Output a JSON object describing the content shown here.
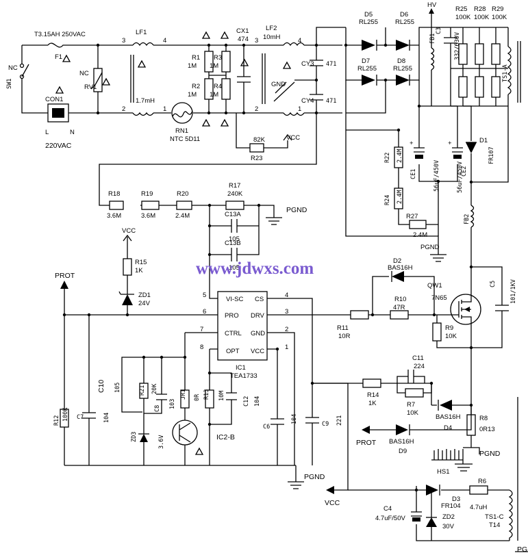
{
  "input": {
    "fuse_rating": "T3.15AH 250VAC",
    "fuse": "F1",
    "switch": "SW1",
    "switch_nc": "NC",
    "connector": "CON1",
    "l": "L",
    "n": "N",
    "mains": "220VAC",
    "rv_nc": "NC",
    "rv": "RV1"
  },
  "filter": {
    "lf1": "LF1",
    "lf1_val": "1.7mH",
    "lf1_p3": "3",
    "lf1_p4": "4",
    "lf1_p2": "2",
    "lf1_p1": "1",
    "rn1": "RN1",
    "rn1_val": "NTC 5D11",
    "r1": "R1",
    "r1_val": "1M",
    "r2": "R2",
    "r2_val": "1M",
    "r3": "R3",
    "r3_val": "1M",
    "r4": "R4",
    "r4_val": "1M",
    "cx1": "CX1",
    "cx1_val": "474",
    "lf2": "LF2",
    "lf2_val": "10mH",
    "lf2_p3": "3",
    "lf2_p4": "4",
    "lf2_p2": "2",
    "lf2_p1": "1",
    "gnd": "GND",
    "cy3": "CY3",
    "cy3_val": "471",
    "cy4": "CY4",
    "cy4_val": "471",
    "r23": "R23",
    "r23_val": "82K",
    "vcc": "VCC"
  },
  "rectifier": {
    "d5": "D5",
    "d5_val": "RL255",
    "d6": "D6",
    "d6_val": "RL255",
    "d7": "D7",
    "d7_val": "RL255",
    "d8": "D8",
    "d8_val": "RL255",
    "fb1": "FB1",
    "hv": "HV",
    "c3": "C3",
    "c3_val": "332/630V",
    "r25": "R25",
    "r25_val": "100K",
    "r28": "R28",
    "r28_val": "100K",
    "r29": "R29",
    "r29_val": "100K",
    "ts1a": "TS1-A",
    "r22": "R22",
    "r22_val": "2.4M",
    "r24": "R24",
    "r24_val": "2.4M",
    "ce1": "CE1",
    "ce1_val": "56uF/450V",
    "ce2": "CE2",
    "ce2_val": "56uF/450V",
    "d1": "D1",
    "d1_val": "FR107",
    "r27": "R27",
    "r27_val": "2.4M",
    "fb2": "FB2",
    "pgnd": "PGND"
  },
  "divider": {
    "r18": "R18",
    "r18_val": "3.6M",
    "r19": "R19",
    "r19_val": "3.6M",
    "r20": "R20",
    "r20_val": "2.4M",
    "r17": "R17",
    "r17_val": "240K",
    "c13a": "C13A",
    "c13a_val": "105",
    "c13b": "C13B",
    "c13b_val": "105",
    "pgnd": "PGND"
  },
  "watermark": "www.jdwxs.com",
  "control": {
    "vcc_top": "VCC",
    "r15": "R15",
    "r15_val": "1K",
    "zd1": "ZD1",
    "zd1_val": "24V",
    "prot_top": "PROT",
    "ic": "IC1",
    "ic_part": "TEA1733",
    "pins": {
      "p5": "5",
      "p6": "6",
      "p7": "7",
      "p8": "8",
      "p4": "4",
      "p3": "3",
      "p2": "2",
      "p1": "1"
    },
    "pin_names": {
      "visc": "VI-SC",
      "pro": "PRO",
      "ctrl": "CTRL",
      "opt": "OPT",
      "cs": "CS",
      "drv": "DRV",
      "gnd": "GND",
      "vcc": "VCC"
    },
    "c10": "C10",
    "c10_val": "105",
    "c7": "C7",
    "c7_val": "104",
    "r12": "R12",
    "r12_val": "100K",
    "r21": "R21",
    "r21_val": "20K",
    "c8": "C8",
    "c8_val": "103",
    "jr1": "JR1",
    "jr1_val": "0R",
    "r13": "R13",
    "r13_val": "10M",
    "c12": "C12",
    "c12_val": "104",
    "zd3": "ZD3",
    "zd3_val": "3.6V",
    "ic2": "IC2-B",
    "c6": "C6",
    "c6_val": "104",
    "c9": "C9",
    "c9_val": "221",
    "pgnd": "PGND",
    "vcc_bottom": "VCC"
  },
  "power": {
    "d2": "D2",
    "d2_val": "BAS16H",
    "r10": "R10",
    "r10_val": "47R",
    "qw1": "QW1",
    "qw1_val": "7N65",
    "c5": "C5",
    "c5_val": "101/1KV",
    "r11": "R11",
    "r11_val": "10R",
    "r9": "R9",
    "r9_val": "10K",
    "c11": "C11",
    "c11_val": "224",
    "r14": "R14",
    "r14_val": "1K",
    "r7": "R7",
    "r7_val": "10K",
    "d4": "D4",
    "d4_val": "BAS16H",
    "r8": "R8",
    "r8_val": "0R13",
    "prot": "PROT",
    "d9": "D9",
    "d9_val": "BAS16H",
    "hs1": "HS1",
    "pgnd": "PGND"
  },
  "aux": {
    "d3": "D3",
    "d3_val": "FR104",
    "r6": "R6",
    "r6_val": "4.7uH",
    "c4": "C4",
    "c4_val": "4.7uF/50V",
    "zd2": "ZD2",
    "zd2_val": "30V",
    "ts1c": "TS1-C",
    "ts1c_turns": "T14",
    "pg": "PG"
  }
}
